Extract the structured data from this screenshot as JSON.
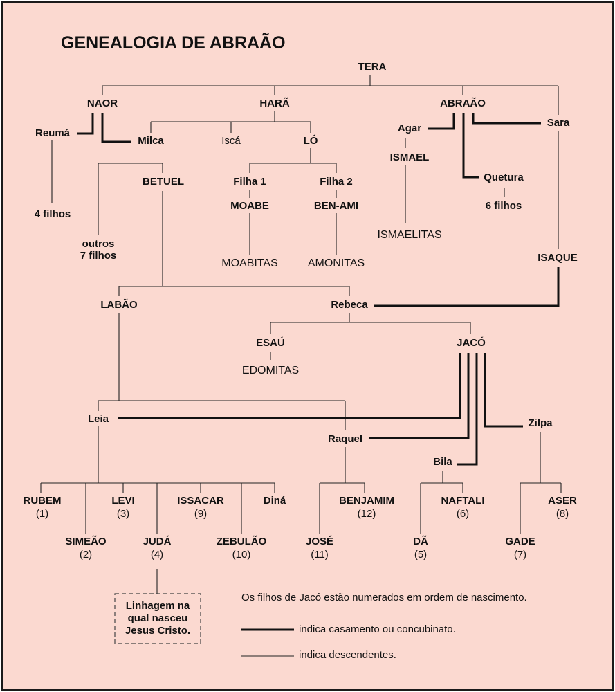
{
  "title": "GENEALOGIA DE ABRAÃO",
  "people": {
    "tera": "TERA",
    "naor": "NAOR",
    "hara": "HARÃ",
    "abraao": "ABRAÃO",
    "reuma": "Reumá",
    "milca": "Milca",
    "isca": "Iscá",
    "lo": "LÓ",
    "agar": "Agar",
    "sara": "Sara",
    "ismael": "ISMAEL",
    "quetura": "Quetura",
    "seis_filhos": "6 filhos",
    "quatro_filhos": "4 filhos",
    "betuel": "BETUEL",
    "filha1": "Filha 1",
    "filha2": "Filha 2",
    "moabe": "MOABE",
    "ben_ami": "BEN-AMI",
    "ismaelitas": "ISMAELITAS",
    "outros_l1": "outros",
    "outros_l2": "7 filhos",
    "moabitas": "MOABITAS",
    "amonitas": "AMONITAS",
    "isaque": "ISAQUE",
    "labao": "LABÃO",
    "rebeca": "Rebeca",
    "esau": "ESAÚ",
    "jaco": "JACÓ",
    "edomitas": "EDOMITAS",
    "leia": "Leia",
    "raquel": "Raquel",
    "zilpa": "Zilpa",
    "bila": "Bila"
  },
  "sons": {
    "rubem": {
      "name": "RUBEM",
      "num": "(1)"
    },
    "simeao": {
      "name": "SIMEÃO",
      "num": "(2)"
    },
    "levi": {
      "name": "LEVI",
      "num": "(3)"
    },
    "juda": {
      "name": "JUDÁ",
      "num": "(4)"
    },
    "issacar": {
      "name": "ISSACAR",
      "num": "(9)"
    },
    "zebulao": {
      "name": "ZEBULÃO",
      "num": "(10)"
    },
    "dina": {
      "name": "Diná"
    },
    "jose": {
      "name": "JOSÉ",
      "num": "(11)"
    },
    "benjamim": {
      "name": "BENJAMIM",
      "num": "(12)"
    },
    "da": {
      "name": "DÃ",
      "num": "(5)"
    },
    "naftali": {
      "name": "NAFTALI",
      "num": "(6)"
    },
    "gade": {
      "name": "GADE",
      "num": "(7)"
    },
    "aser": {
      "name": "ASER",
      "num": "(8)"
    }
  },
  "lineage_box": [
    "Linhagem na",
    "qual nasceu",
    "Jesus Cristo."
  ],
  "legend": {
    "note": "Os filhos de Jacó estão numerados em ordem de nascimento.",
    "marriage": "indica casamento ou concubinato.",
    "descendants": "indica descendentes."
  },
  "colors": {
    "background": "#fbd9d0",
    "ink": "#111111"
  }
}
